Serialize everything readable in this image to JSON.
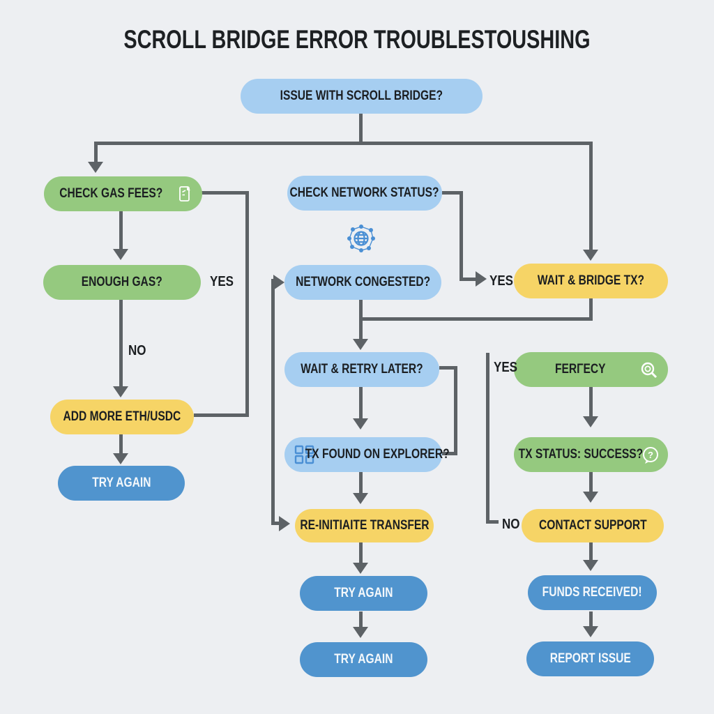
{
  "title": "SCROLL BRIDGE ERROR TROUBLESTOUSHING",
  "nodes": {
    "issue": "ISSUE WITH SCROLL BRIDGE?",
    "check_gas": "CHECK GAS FEES?",
    "enough_gas": "ENOUGH GAS?",
    "add_more": "ADD MORE ETH/USDC",
    "try_again_left": "TRY AGAIN",
    "check_network": "CHECK NETWORK STATUS?",
    "network_congested": "NETWORK CONGESTED?",
    "wait_bridge": "WAIT & BRIDGE TX?",
    "wait_retry": "WAIT & RETRY LATER?",
    "tx_found": "TX FOUND ON EXPLORER?",
    "reinitiate": "RE-INITIAITE TRANSFER",
    "try_again_mid1": "TRY AGAIN",
    "try_again_mid2": "TRY AGAIN",
    "ferfecy": "FERΓECY",
    "tx_status": "TX STATUS: SUCCESS?",
    "contact_support": "CONTACT SUPPORT",
    "funds_received": "FUNDS RECEIVED!",
    "report_issue": "REPORT ISSUE"
  },
  "edge_labels": {
    "yes_gas": "YES",
    "no_gas": "NO",
    "yes_network": "YES",
    "yes_status": "YES",
    "no_status": "NO"
  },
  "icons": {
    "gas_fees": "gas-receipt-icon",
    "network": "network-globe-icon",
    "explorer_grid": "grid-icon",
    "magnifier": "magnifier-icon",
    "question_bubble": "question-bubble-icon"
  },
  "colors": {
    "background": "#edeff2",
    "light_blue": "#a6cef1",
    "dark_blue": "#5094ce",
    "green": "#95c97f",
    "yellow": "#f6d466",
    "connector": "#5d6266",
    "text_dark": "#1b1e21",
    "text_light": "#f4f8fb"
  }
}
